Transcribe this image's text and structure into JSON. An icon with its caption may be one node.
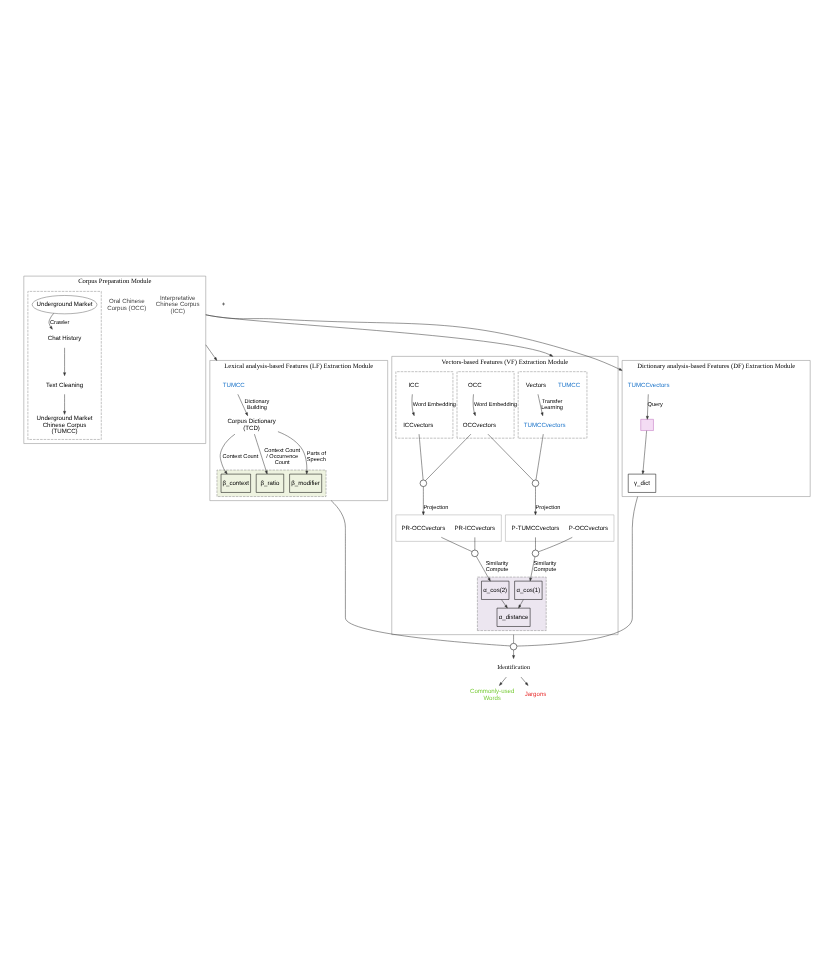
{
  "diagram": {
    "nodes": [
      {
        "text": [
          "Corpus Preparation Module"
        ]
      },
      {
        "text": [],
        "shape": "box",
        "in": 0
      },
      {
        "text": [
          "Underground Market"
        ],
        "in": 1
      },
      {
        "text": [
          "Chat History"
        ],
        "in": 1
      },
      {
        "text": [
          "Text Cleaning"
        ],
        "in": 1
      },
      {
        "text": [
          "Underground Market Chinese Corpus (TUMCC)"
        ],
        "in": 1
      },
      {
        "text": [
          "Oral Chinese Corpus (OCC)"
        ],
        "in": 0
      },
      {
        "text": [
          "Interpretative Chinese Corpus (ICC)"
        ],
        "in": 0
      },
      {
        "text": [
          "Lexical analysis-based Features (LF) Extraction Module"
        ]
      },
      {
        "text": [
          "TUMCC"
        ],
        "in": 8
      },
      {
        "text": [
          "Corpus Dictionary (TCD)"
        ],
        "in": 8
      },
      {
        "text": [],
        "shape": "box",
        "in": 8
      },
      {
        "text": [
          "β_context"
        ],
        "in": 11
      },
      {
        "text": [
          "β_ratio"
        ],
        "in": 11
      },
      {
        "text": [
          "β_modifier"
        ],
        "in": 11
      },
      {
        "text": [
          "Vectors-based Features (VF) Extraction Module"
        ]
      },
      {
        "text": [],
        "shape": "box",
        "in": 15
      },
      {
        "text": [
          "TUMCC"
        ],
        "in": 16
      },
      {
        "text": [
          "Vectors"
        ],
        "in": 16
      },
      {
        "text": [
          "TUMCCvectors"
        ],
        "in": 16
      },
      {
        "text": [],
        "shape": "box",
        "in": 15
      },
      {
        "text": [
          "OCC"
        ],
        "in": 20
      },
      {
        "text": [
          "OCCvectors"
        ],
        "in": 20
      },
      {
        "text": [],
        "shape": "box",
        "in": 15
      },
      {
        "text": [
          "ICC"
        ],
        "in": 23
      },
      {
        "text": [
          "ICCvectors"
        ],
        "in": 23
      },
      {
        "text": [],
        "shape": "circle",
        "in": 15
      },
      {
        "text": [],
        "shape": "circle",
        "in": 15
      },
      {
        "text": [],
        "shape": "box",
        "in": 15
      },
      {
        "text": [
          "P-TUMCCvectors"
        ],
        "in": 28
      },
      {
        "text": [
          "P-OCCvectors"
        ],
        "in": 28
      },
      {
        "text": [],
        "shape": "box",
        "in": 15
      },
      {
        "text": [
          "PR-OCCvectors"
        ],
        "in": 31
      },
      {
        "text": [
          "PR-ICCvectors"
        ],
        "in": 31
      },
      {
        "text": [],
        "shape": "circle",
        "in": 15
      },
      {
        "text": [],
        "shape": "circle",
        "in": 15
      },
      {
        "text": [],
        "shape": "box",
        "in": 15
      },
      {
        "text": [
          "α_cos(1)"
        ],
        "in": 36
      },
      {
        "text": [
          "α_cos(2)"
        ],
        "in": 36
      },
      {
        "text": [
          "α_distance"
        ],
        "in": 36
      },
      {
        "text": [
          "Dictionary analysis-based Features (DF) Extraction Module"
        ]
      },
      {
        "text": [
          "TUMCCvectors"
        ],
        "in": 40
      },
      {
        "text": [],
        "shape": "box",
        "in": 40
      },
      {
        "text": [
          "γ_dict"
        ],
        "in": 40
      },
      {
        "text": [],
        "shape": "circle"
      },
      {
        "text": [
          "Identification"
        ]
      },
      {
        "text": [
          "Commonly-used Words"
        ]
      },
      {
        "text": [
          "Jargons"
        ]
      }
    ],
    "edges": [
      {
        "from": 2,
        "to": 3,
        "label": "Crawler",
        "arrow": "to"
      },
      {
        "from": 3,
        "to": 4,
        "arrow": "to"
      },
      {
        "from": 4,
        "to": 5,
        "arrow": "to"
      },
      {
        "from": 0,
        "to": 8,
        "arrow": "to"
      },
      {
        "from": 0,
        "to": 15,
        "arrow": "to"
      },
      {
        "from": 0,
        "to": 40,
        "arrow": "to"
      },
      {
        "from": 9,
        "to": 10,
        "label": "Dictionary Building",
        "arrow": "to"
      },
      {
        "from": 10,
        "to": 12,
        "label": "Context Count",
        "arrow": "to"
      },
      {
        "from": 10,
        "to": 13,
        "label": "Context Count / Occurrence Count",
        "arrow": "to"
      },
      {
        "from": 10,
        "to": 14,
        "label": "Parts of Speech",
        "arrow": "to"
      },
      {
        "from": 18,
        "to": 19,
        "label": "Transfer Learning",
        "arrow": "to"
      },
      {
        "from": 21,
        "to": 22,
        "label": "Word Embedding",
        "arrow": "to"
      },
      {
        "from": 24,
        "to": 25,
        "label": "Word Embedding",
        "arrow": "to"
      },
      {
        "from": 19,
        "to": 26,
        "arrow": "none"
      },
      {
        "from": 22,
        "to": 26,
        "arrow": "none"
      },
      {
        "from": 26,
        "to": 28,
        "label": "Projection",
        "arrow": "to"
      },
      {
        "from": 22,
        "to": 27,
        "arrow": "none"
      },
      {
        "from": 25,
        "to": 27,
        "arrow": "none"
      },
      {
        "from": 27,
        "to": 31,
        "label": "Projection",
        "arrow": "to"
      },
      {
        "from": 29,
        "to": 34,
        "arrow": "none"
      },
      {
        "from": 30,
        "to": 34,
        "arrow": "none"
      },
      {
        "from": 34,
        "to": 37,
        "label": "Similarity Compute",
        "arrow": "to"
      },
      {
        "from": 32,
        "to": 35,
        "arrow": "none"
      },
      {
        "from": 33,
        "to": 35,
        "arrow": "none"
      },
      {
        "from": 35,
        "to": 38,
        "label": "Similarity Compute",
        "arrow": "to"
      },
      {
        "from": 37,
        "to": 39,
        "arrow": "to"
      },
      {
        "from": 38,
        "to": 39,
        "arrow": "to"
      },
      {
        "from": 41,
        "to": 42,
        "label": "Query",
        "arrow": "to"
      },
      {
        "from": 42,
        "to": 43,
        "arrow": "to"
      },
      {
        "from": 8,
        "to": 44,
        "arrow": "none"
      },
      {
        "from": 15,
        "to": 44,
        "arrow": "none"
      },
      {
        "from": 40,
        "to": 44,
        "arrow": "none"
      },
      {
        "from": 44,
        "to": 45,
        "arrow": "to"
      },
      {
        "from": 45,
        "to": 46,
        "arrow": "to"
      },
      {
        "from": 45,
        "to": 47,
        "arrow": "to"
      }
    ],
    "labels": [
      "+"
    ]
  }
}
